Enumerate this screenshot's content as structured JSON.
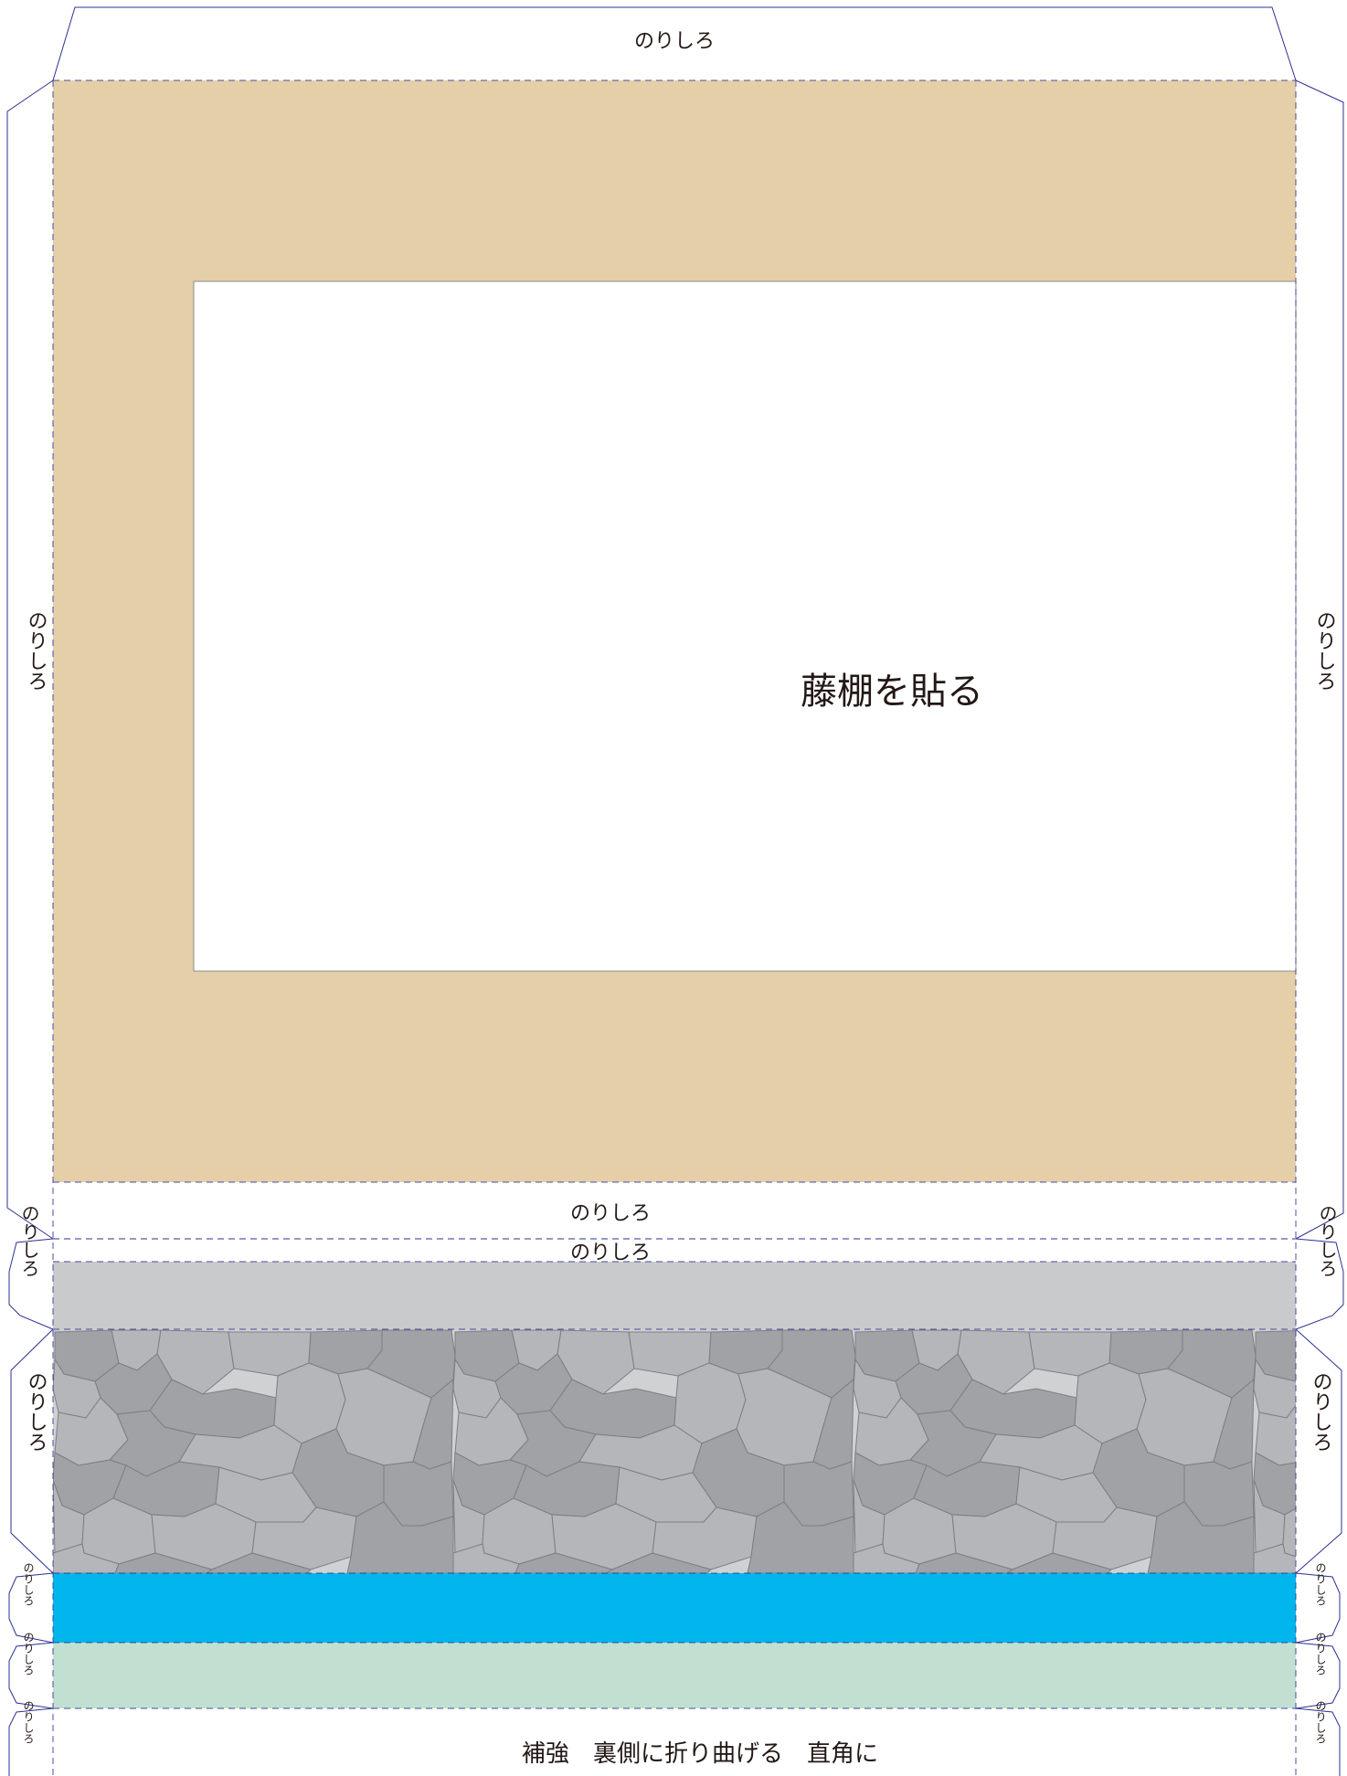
{
  "labels": {
    "top_tab": "のりしろ",
    "left_tab": "のりしろ",
    "right_tab": "のりしろ",
    "center_instruction": "藤棚を貼る",
    "lower_tab_1": "のりしろ",
    "lower_tab_2": "のりしろ",
    "small_left_tab": "のりしろ",
    "small_right_tab": "のりしろ",
    "stone_left_tab": "のりしろ",
    "stone_right_tab": "のりしろ",
    "blue_left_tab": "のりしろ",
    "blue_right_tab": "のりしろ",
    "green_left_tab": "のりしろ",
    "green_right_tab": "のりしろ",
    "bottom_left_tab": "のりしろ",
    "bottom_right_tab": "のりしろ",
    "bottom_instruction": "補強　裏側に折り曲げる　直角に"
  },
  "colors": {
    "outline": "#2e3192",
    "frame_tan": "#e4cfa9",
    "gray_band": "#c9cacc",
    "stone_light": "#b5b6b9",
    "stone_dark": "#a1a2a5",
    "stone_grout": "#d0d1d3",
    "water_blue": "#00b6ed",
    "mint_green": "#c1e0d1",
    "text": "#231815"
  }
}
